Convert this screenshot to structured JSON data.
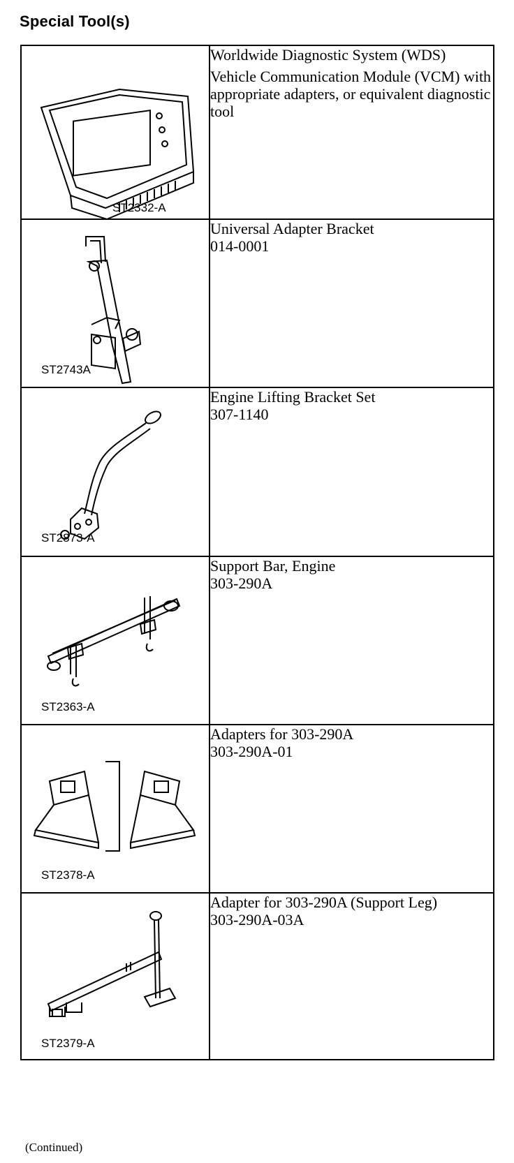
{
  "page_title": "Special Tool(s)",
  "tools": [
    {
      "code": "ST2332-A",
      "lines": [
        "Worldwide Diagnostic System (WDS)",
        "Vehicle Communication Module (VCM) with appropriate adapters, or equivalent diagnostic tool"
      ]
    },
    {
      "code": "ST2743A",
      "lines": [
        "Universal Adapter Bracket",
        "014-0001"
      ]
    },
    {
      "code": "ST2873-A",
      "lines": [
        "Engine Lifting Bracket Set",
        "307-1140"
      ]
    },
    {
      "code": "ST2363-A",
      "lines": [
        "Support Bar, Engine",
        "303-290A"
      ]
    },
    {
      "code": "ST2378-A",
      "lines": [
        "Adapters for 303-290A",
        "303-290A-01"
      ]
    },
    {
      "code": "ST2379-A",
      "lines": [
        "Adapter for 303-290A (Support Leg)",
        "303-290A-03A"
      ]
    }
  ],
  "footer": "(Continued)"
}
